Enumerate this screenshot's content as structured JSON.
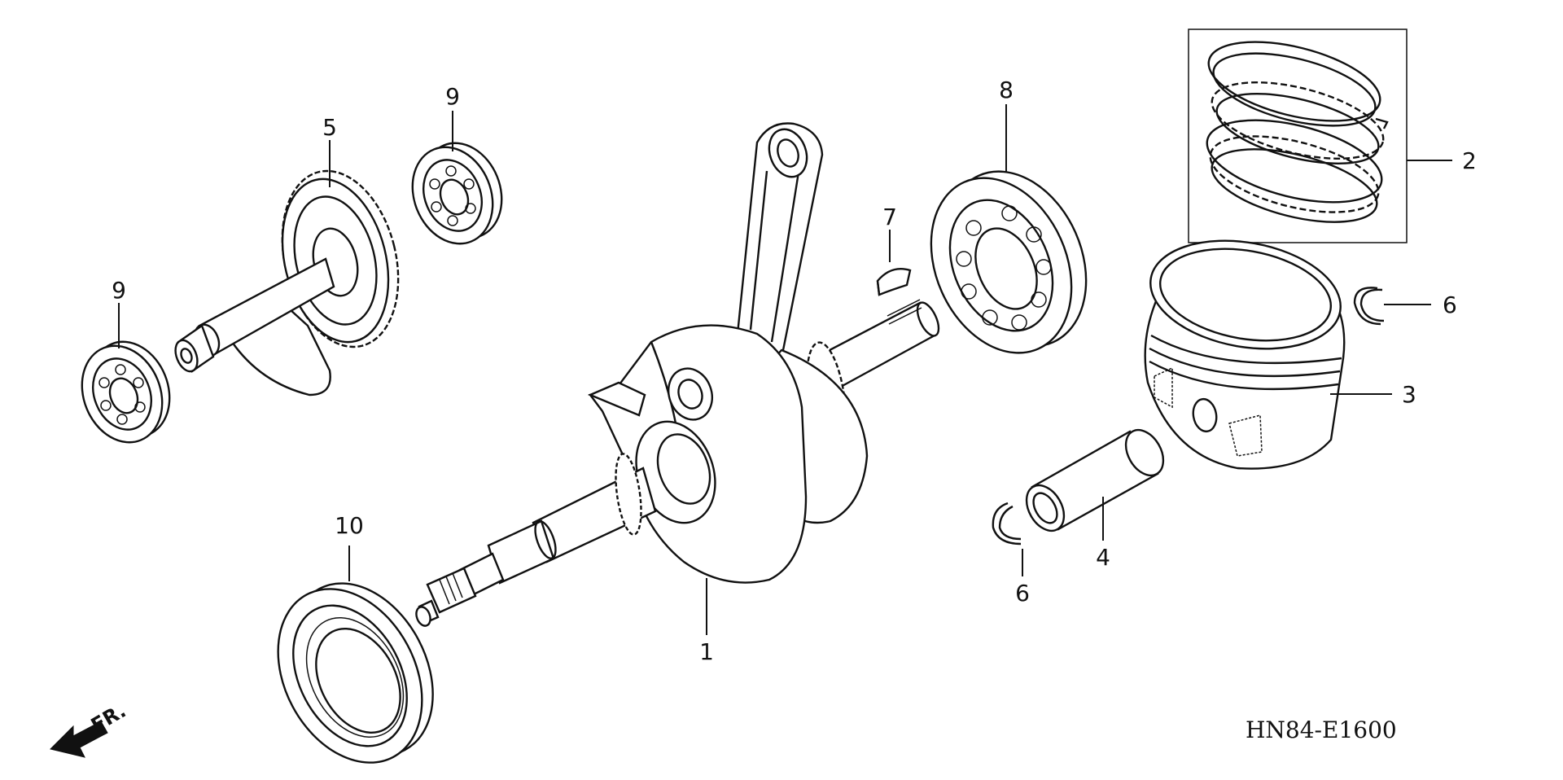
{
  "diagram": {
    "code": "HN84-E1600",
    "direction_label": "FR.",
    "callouts": {
      "crankshaft": "1",
      "ring_set": "2",
      "piston": "3",
      "piston_pin": "4",
      "balancer_gear": "5",
      "clip_right": "6",
      "clip_left": "6",
      "woodruff_key": "7",
      "bearing_large_right": "8",
      "bearing_small_top": "9",
      "bearing_small_left": "9",
      "oil_seal": "10"
    }
  }
}
